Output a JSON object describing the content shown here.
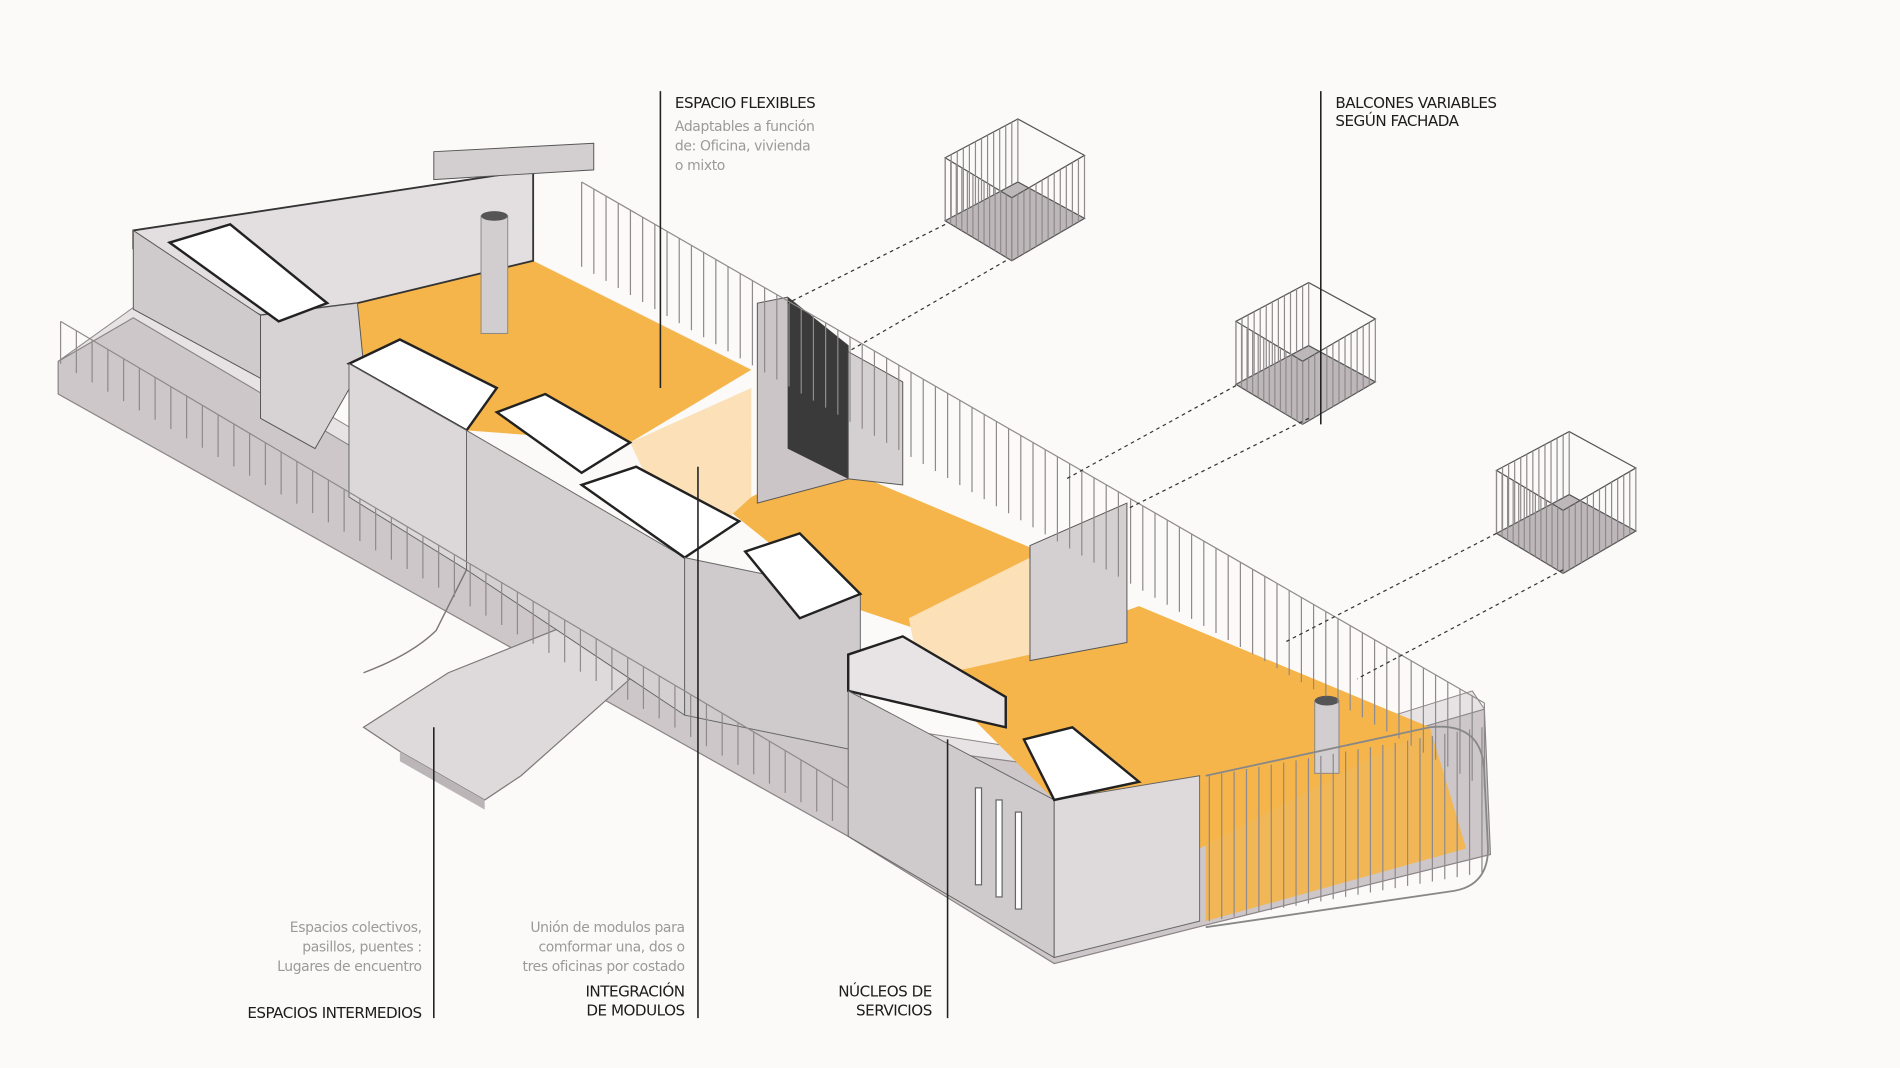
{
  "labels": {
    "espacio_flexibles": {
      "title": "ESPACIO FLEXIBLES",
      "desc": [
        "Adaptables a función",
        "de: Oficina, vivienda",
        "o mixto"
      ]
    },
    "balcones": {
      "title": [
        "BALCONES VARIABLES",
        "SEGÚN FACHADA"
      ]
    },
    "espacios_intermedios": {
      "title": "ESPACIOS INTERMEDIOS",
      "desc": [
        "Espacios colectivos,",
        "pasillos, puentes :",
        "Lugares de encuentro"
      ]
    },
    "integracion": {
      "title": [
        "INTEGRACIÓN",
        "DE MODULOS"
      ],
      "desc": [
        "Unión de modulos para",
        "comformar una, dos o",
        "tres oficinas por costado"
      ]
    },
    "nucleos": {
      "title": [
        "NÚCLEOS DE",
        "SERVICIOS"
      ]
    }
  },
  "colors": {
    "floor": "#f5b54a",
    "floor_light": "#fbe0b8",
    "wall": "#d9d4d6",
    "wall_dark": "#bdb7ba",
    "background": "#fbfaf8"
  }
}
